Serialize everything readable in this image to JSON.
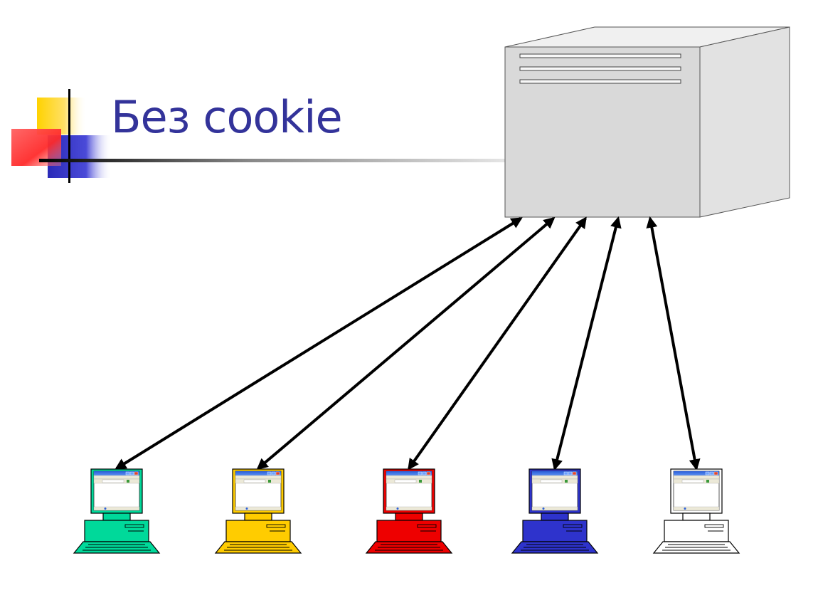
{
  "slide": {
    "title": "Без cookie"
  },
  "colors": {
    "title": "#33339a",
    "accent_yellow": "#ffd200",
    "accent_red": "#ff3a3a",
    "accent_blue": "#3333cc",
    "server_front": "#d9d9d9",
    "server_side": "#e0e0e0",
    "arrow": "#000000"
  },
  "diagram": {
    "server": {
      "icon": "server-box-icon"
    },
    "clients": [
      {
        "name": "client-teal",
        "icon": "computer-icon",
        "color": "#00d99a"
      },
      {
        "name": "client-yellow",
        "icon": "computer-icon",
        "color": "#ffcc00"
      },
      {
        "name": "client-red",
        "icon": "computer-icon",
        "color": "#ee0000"
      },
      {
        "name": "client-blue",
        "icon": "computer-icon",
        "color": "#2e33cc"
      },
      {
        "name": "client-white",
        "icon": "computer-icon",
        "color": "#ffffff"
      }
    ],
    "connections": "bidirectional"
  }
}
